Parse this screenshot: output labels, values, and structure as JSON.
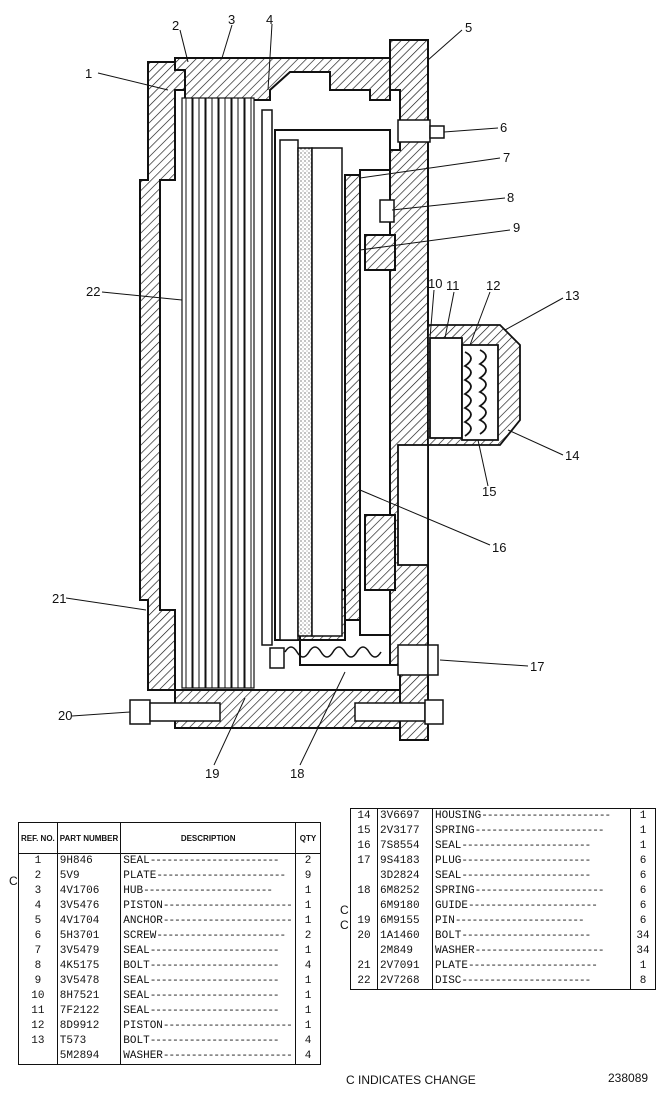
{
  "callouts": [
    "1",
    "2",
    "3",
    "4",
    "5",
    "6",
    "7",
    "8",
    "9",
    "10",
    "11",
    "12",
    "13",
    "14",
    "15",
    "16",
    "17",
    "18",
    "19",
    "20",
    "21",
    "22"
  ],
  "table": {
    "headers": {
      "ref": "REF. NO.",
      "part": "PART NUMBER",
      "desc": "DESCRIPTION",
      "qty": "QTY"
    },
    "left_rows": [
      {
        "ref": "1",
        "part": "9H846",
        "desc": "SEAL",
        "qty": "2"
      },
      {
        "ref": "2",
        "part": "5V9",
        "desc": "PLATE",
        "qty": "9"
      },
      {
        "ref": "3",
        "part": "4V1706",
        "desc": "HUB",
        "qty": "1"
      },
      {
        "ref": "4",
        "part": "3V5476",
        "desc": "PISTON",
        "qty": "1"
      },
      {
        "ref": "5",
        "part": "4V1704",
        "desc": "ANCHOR",
        "qty": "1"
      },
      {
        "ref": "6",
        "part": "5H3701",
        "desc": "SCREW",
        "qty": "2"
      },
      {
        "ref": "7",
        "part": "3V5479",
        "desc": "SEAL",
        "qty": "1"
      },
      {
        "ref": "8",
        "part": "4K5175",
        "desc": "BOLT",
        "qty": "4"
      },
      {
        "ref": "9",
        "part": "3V5478",
        "desc": "SEAL",
        "qty": "1"
      },
      {
        "ref": "10",
        "part": "8H7521",
        "desc": "SEAL",
        "qty": "1"
      },
      {
        "ref": "11",
        "part": "7F2122",
        "desc": "SEAL",
        "qty": "1"
      },
      {
        "ref": "12",
        "part": "8D9912",
        "desc": "PISTON",
        "qty": "1"
      },
      {
        "ref": "13",
        "part": "T573",
        "desc": "BOLT",
        "qty": "4"
      },
      {
        "ref": "",
        "part": "5M2894",
        "desc": "WASHER",
        "qty": "4"
      }
    ],
    "right_rows": [
      {
        "ref": "14",
        "part": "3V6697",
        "desc": "HOUSING",
        "qty": "1"
      },
      {
        "ref": "15",
        "part": "2V3177",
        "desc": "SPRING",
        "qty": "1"
      },
      {
        "ref": "16",
        "part": "7S8554",
        "desc": "SEAL",
        "qty": "1"
      },
      {
        "ref": "17",
        "part": "9S4183",
        "desc": "PLUG",
        "qty": "6"
      },
      {
        "ref": "",
        "part": "3D2824",
        "desc": "SEAL",
        "qty": "6"
      },
      {
        "ref": "18",
        "part": "6M8252",
        "desc": "SPRING",
        "qty": "6"
      },
      {
        "ref": "",
        "part": "6M9180",
        "desc": "GUIDE",
        "qty": "6"
      },
      {
        "ref": "19",
        "part": "6M9155",
        "desc": "PIN",
        "qty": "6"
      },
      {
        "ref": "20",
        "part": "1A1460",
        "desc": "BOLT",
        "qty": "34"
      },
      {
        "ref": "",
        "part": "2M849",
        "desc": "WASHER",
        "qty": "34"
      },
      {
        "ref": "21",
        "part": "2V7091",
        "desc": "PLATE",
        "qty": "1"
      },
      {
        "ref": "22",
        "part": "2V7268",
        "desc": "DISC",
        "qty": "8"
      }
    ],
    "change_mark": "C"
  },
  "footer_note": "C INDICATES CHANGE",
  "drawing_number": "238089"
}
